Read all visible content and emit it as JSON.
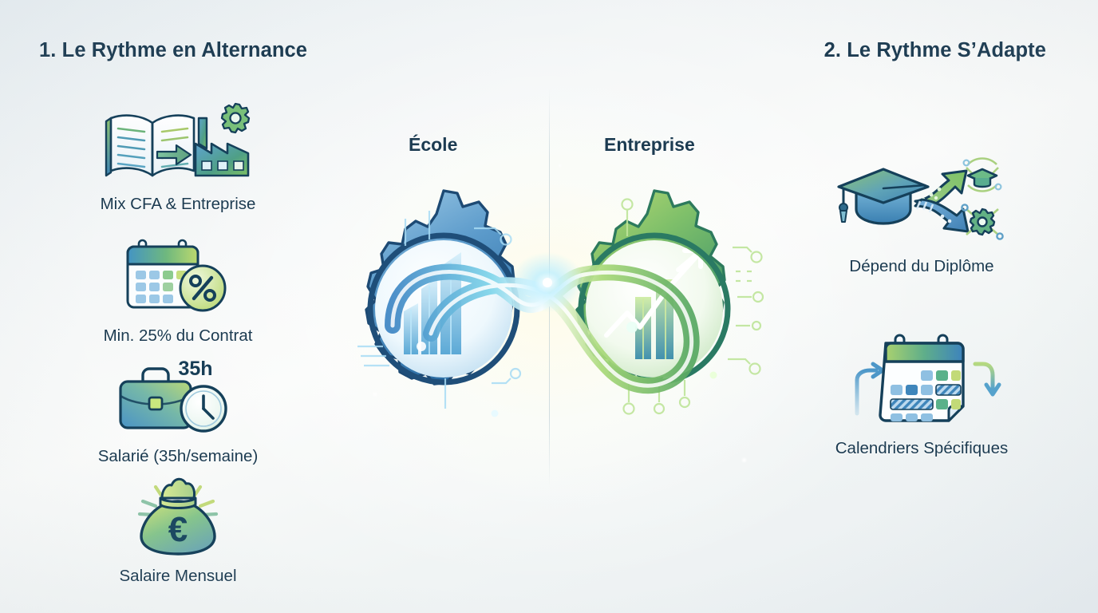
{
  "theme": {
    "background": "#eef2f5",
    "title_color": "#1c3b51",
    "caption_color": "#1b3a50",
    "blue_dark": "#1d4f77",
    "blue_mid": "#4e92c4",
    "blue_light": "#9dc8e4",
    "green_dark": "#2f7f55",
    "green_mid": "#5aac63",
    "green_light": "#bcd96e",
    "outline": "#123a52",
    "glow_cyan": "#bdf0ff"
  },
  "columns": {
    "left": {
      "title": "1. Le Rythme en Alternance",
      "items": [
        {
          "icon": "book-factory-icon",
          "label": "Mix CFA & Entreprise"
        },
        {
          "icon": "calendar-percent-icon",
          "label": "Min. 25% du Contrat"
        },
        {
          "icon": "briefcase-clock-icon",
          "label": "Salarié (35h/semaine)",
          "badge": "35h"
        },
        {
          "icon": "money-bag-euro-icon",
          "label": "Salaire Mensuel",
          "symbol": "€"
        }
      ]
    },
    "right": {
      "title": "2. Le Rythme S’Adapte",
      "items": [
        {
          "icon": "graduation-cap-arrows-icon",
          "label": "Dépend du Diplôme"
        },
        {
          "icon": "calendar-cycle-icon",
          "label": "Calendriers Spécifiques"
        }
      ]
    }
  },
  "center": {
    "left_gear": {
      "label": "École",
      "icon": "gear-bar-chart-icon",
      "color": "#4a8cc0"
    },
    "right_gear": {
      "label": "Entreprise",
      "icon": "gear-growth-arrow-icon",
      "color": "#66ad63"
    },
    "connector": {
      "icon": "infinity-ribbon-icon",
      "description": "glowing infinity ribbon linking the two gears"
    }
  }
}
